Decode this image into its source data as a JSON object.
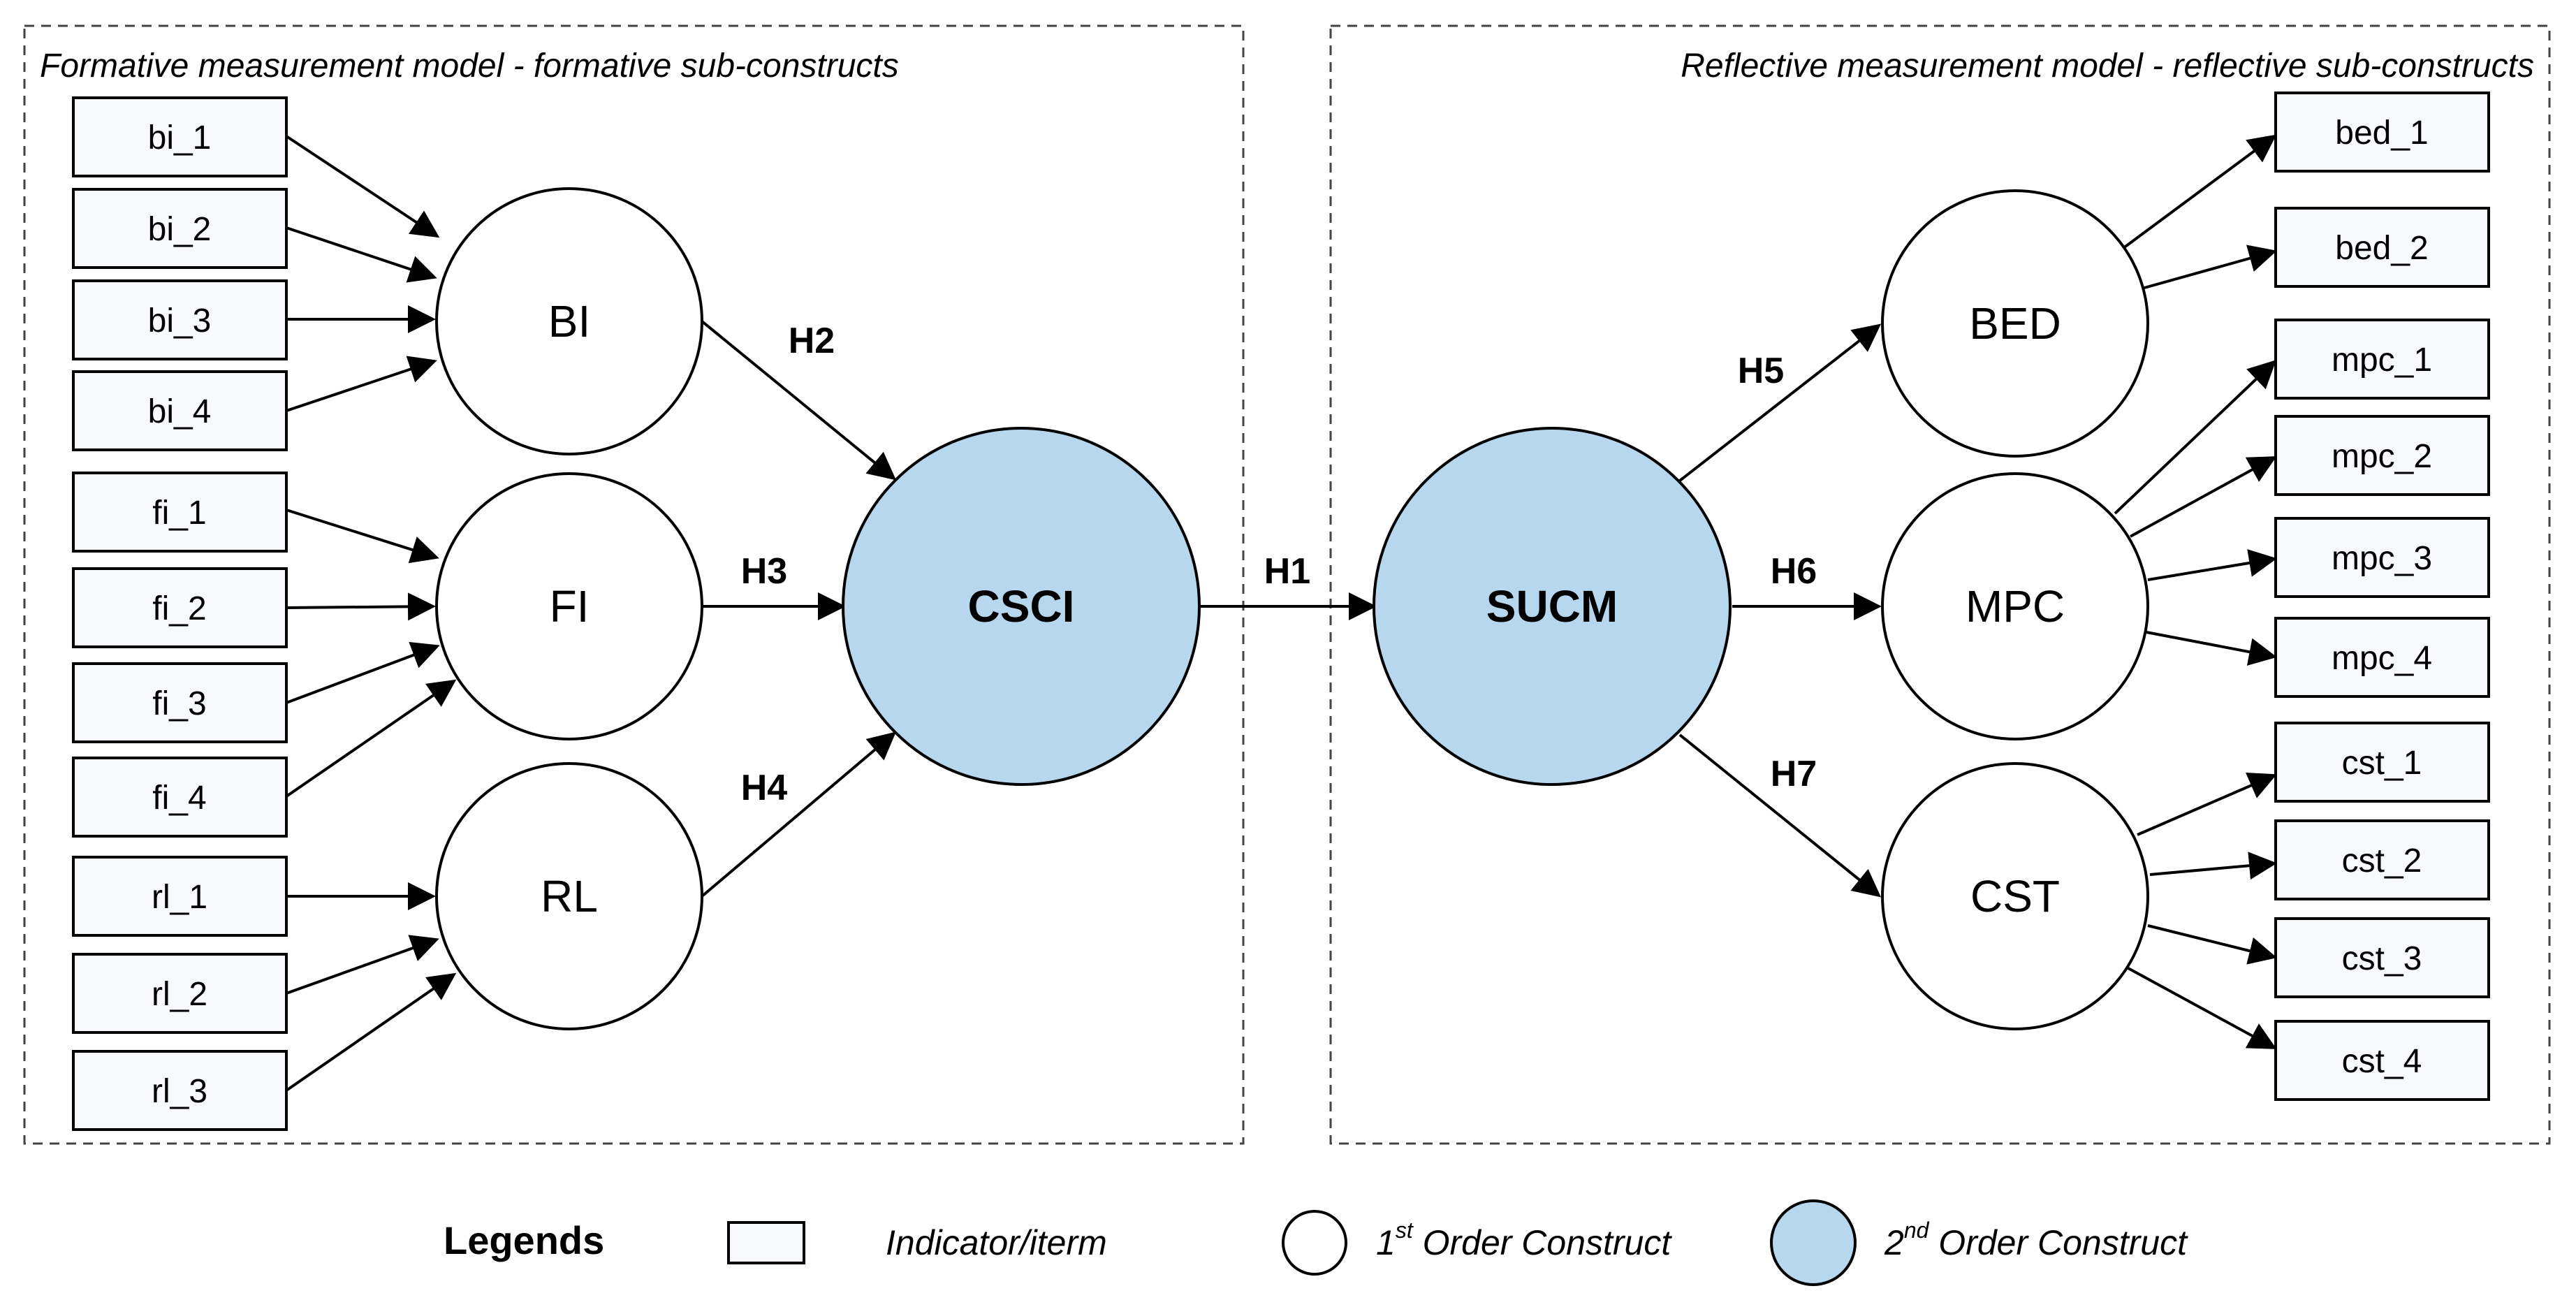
{
  "panels": {
    "left_title": "Formative measurement model - formative sub-constructs",
    "right_title": "Reflective measurement model - reflective sub-constructs"
  },
  "constructs": {
    "bi": "BI",
    "fi": "FI",
    "rl": "RL",
    "csci": "CSCI",
    "sucm": "SUCM",
    "bed": "BED",
    "mpc": "MPC",
    "cst": "CST"
  },
  "indicators": {
    "bi": [
      "bi_1",
      "bi_2",
      "bi_3",
      "bi_4"
    ],
    "fi": [
      "fi_1",
      "fi_2",
      "fi_3",
      "fi_4"
    ],
    "rl": [
      "rl_1",
      "rl_2",
      "rl_3"
    ],
    "bed": [
      "bed_1",
      "bed_2"
    ],
    "mpc": [
      "mpc_1",
      "mpc_2",
      "mpc_3",
      "mpc_4"
    ],
    "cst": [
      "cst_1",
      "cst_2",
      "cst_3",
      "cst_4"
    ]
  },
  "hypotheses": {
    "h1": "H1",
    "h2": "H2",
    "h3": "H3",
    "h4": "H4",
    "h5": "H5",
    "h6": "H6",
    "h7": "H7"
  },
  "legend": {
    "title": "Legends",
    "indicator": "Indicator/iterm",
    "first_order_num": "1",
    "first_order_sup": "st",
    "first_order_rest": " Order Construct",
    "second_order_num": "2",
    "second_order_sup": "nd",
    "second_order_rest": " Order Construct"
  },
  "colors": {
    "second_order_fill": "#b7d7ee",
    "first_order_fill": "#ffffff",
    "indicator_fill": "#f8f9fd"
  }
}
